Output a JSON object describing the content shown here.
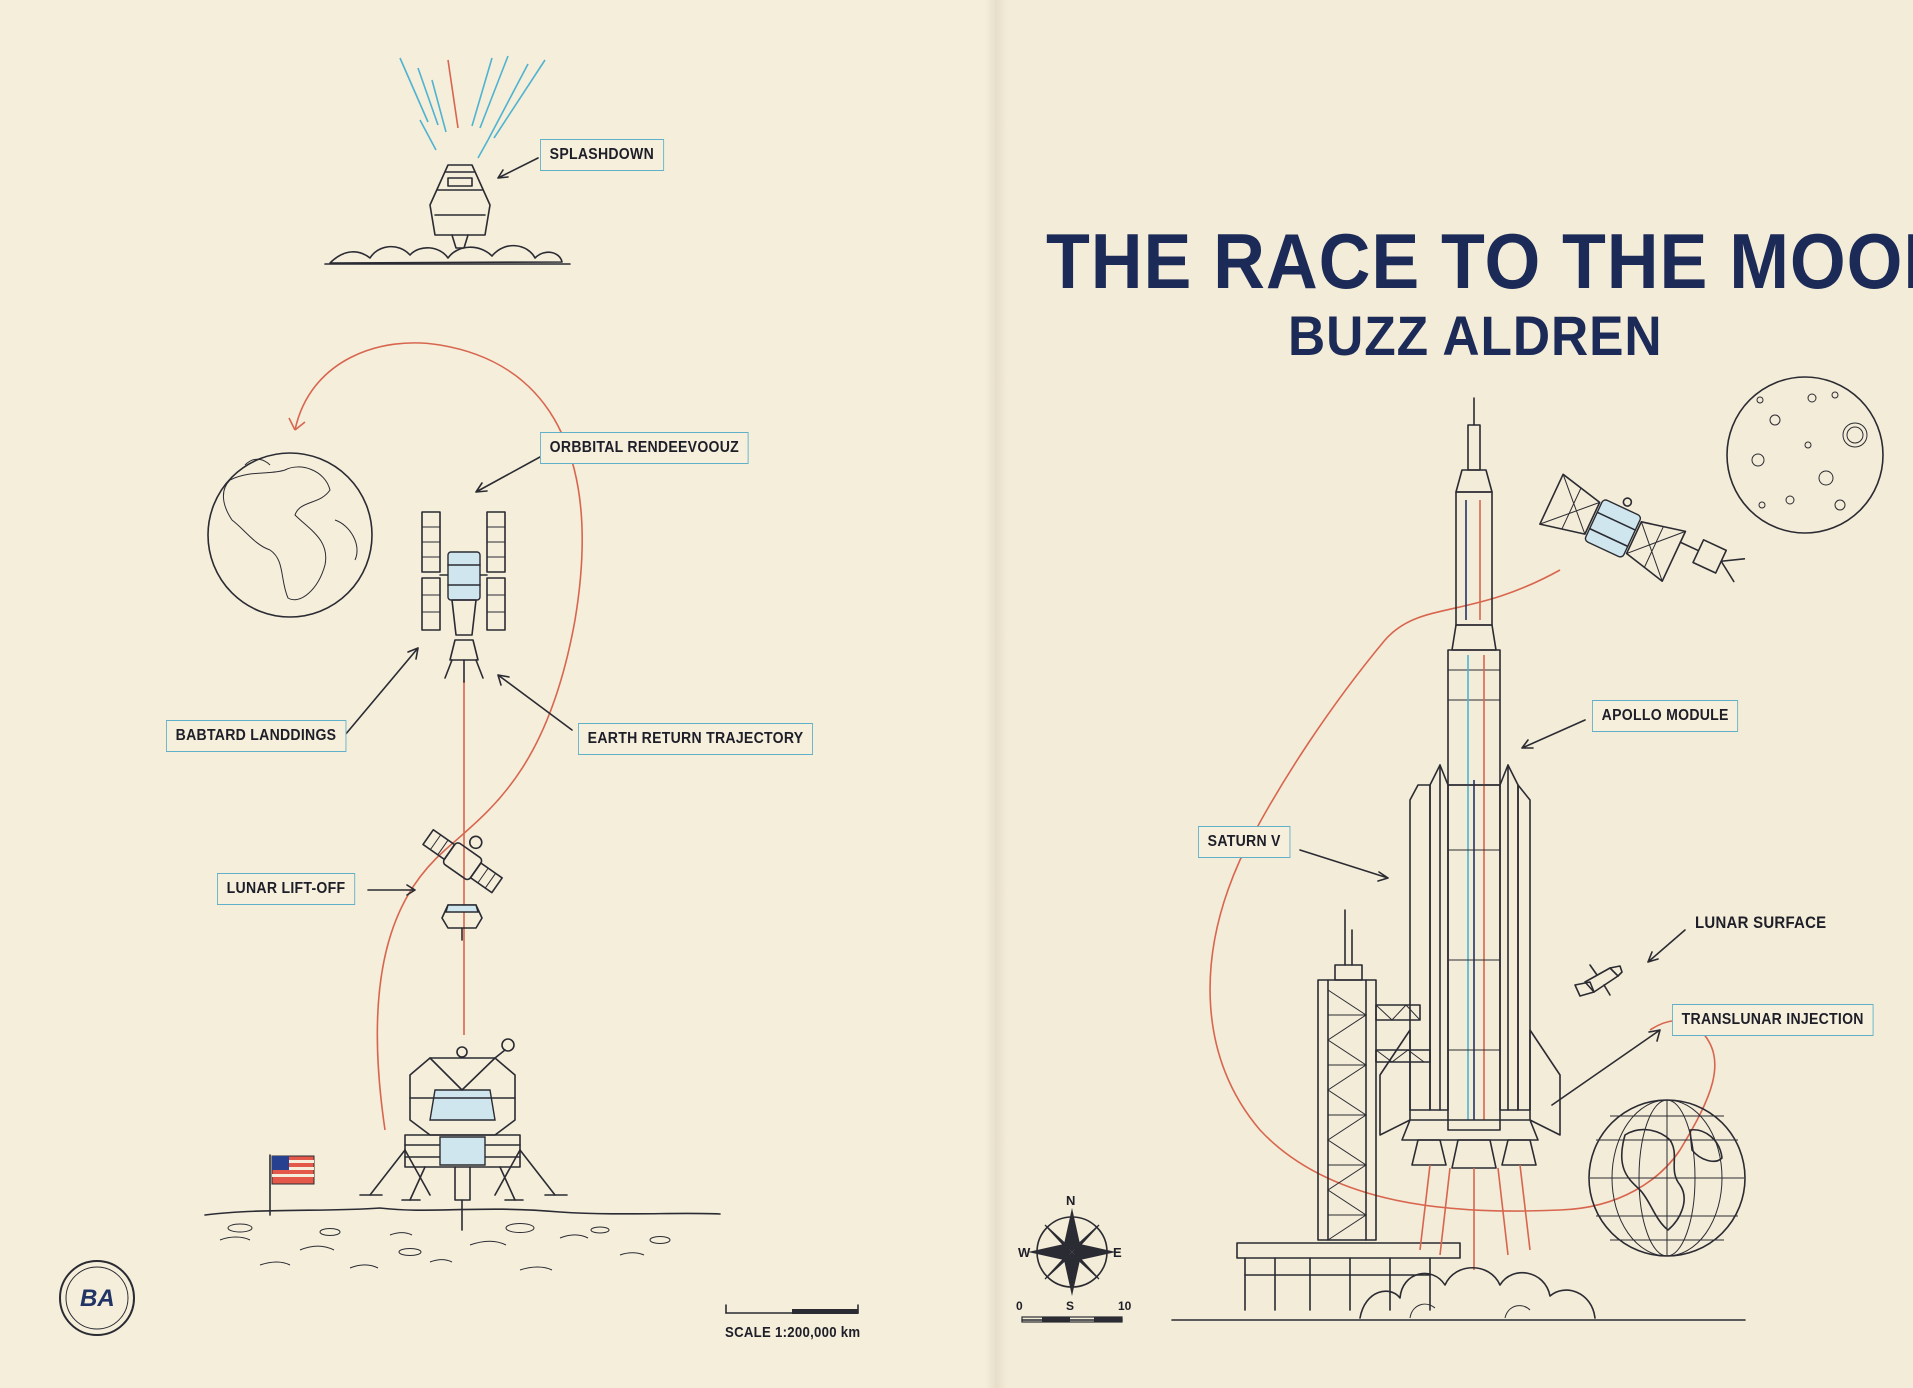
{
  "title": "THE RACE TO THE MOON",
  "author": "BUZZ ALDREN",
  "left_labels": {
    "splashdown": "SPLASHDOWN",
    "orbital_rendezvous": "ORBBITAL RENDEEVOOUZ",
    "babtard_landings": "BABTARD LANDDINGS",
    "earth_return_trajectory": "EARTH RETURN TRAJECTORY",
    "lunar_lift_off": "LUNAR LIFT-OFF"
  },
  "right_labels": {
    "apollo_module": "APOLLO MODULE",
    "saturn_v": "SATURN V",
    "lunar_surface": "LUNAR SURFACE",
    "translunar_injection": "TRANSLUNAR INJECTION"
  },
  "scale_left": "SCALE 1:200,000 km",
  "compass": {
    "n": "N",
    "s": "S",
    "e": "E",
    "w": "W"
  },
  "scale_right": {
    "start": "0",
    "mid": "S",
    "end": "10"
  },
  "logo_text": "BA",
  "colors": {
    "title": "#1c2a57",
    "trajectory": "#d8664f",
    "label_border": "#5fb0c8",
    "paper": "#f3ecd9"
  }
}
